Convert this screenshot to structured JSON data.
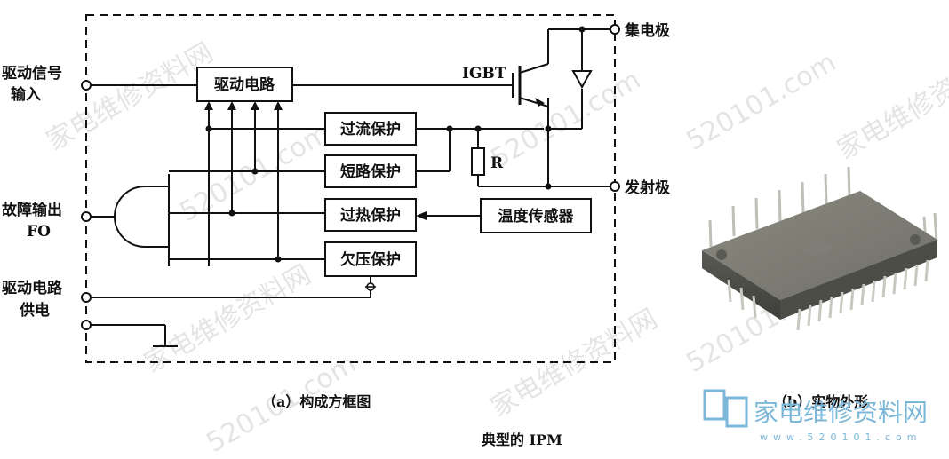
{
  "diagram": {
    "blocks": {
      "drive_circuit": "驱动电路",
      "overcurrent": "过流保护",
      "short_circuit": "短路保护",
      "overheat": "过热保护",
      "undervoltage": "欠压保护",
      "temp_sensor": "温度传感器"
    },
    "terminals": {
      "drive_input_line1": "驱动信号",
      "drive_input_line2": "输入",
      "fault_output_line1": "故障输出",
      "fault_output_line2": "FO",
      "supply_line1": "驱动电路",
      "supply_line2": "供电",
      "collector": "集电极",
      "emitter": "发射极"
    },
    "components": {
      "igbt": "IGBT",
      "resistor": "R"
    },
    "captions": {
      "a": "（a）构成方框图",
      "b": "（b）实物外形",
      "figure": "典型的 IPM"
    },
    "watermark": {
      "text": "家电维修资料网",
      "url": "www.520101.com",
      "logo_color": "#7bb7d9"
    }
  }
}
